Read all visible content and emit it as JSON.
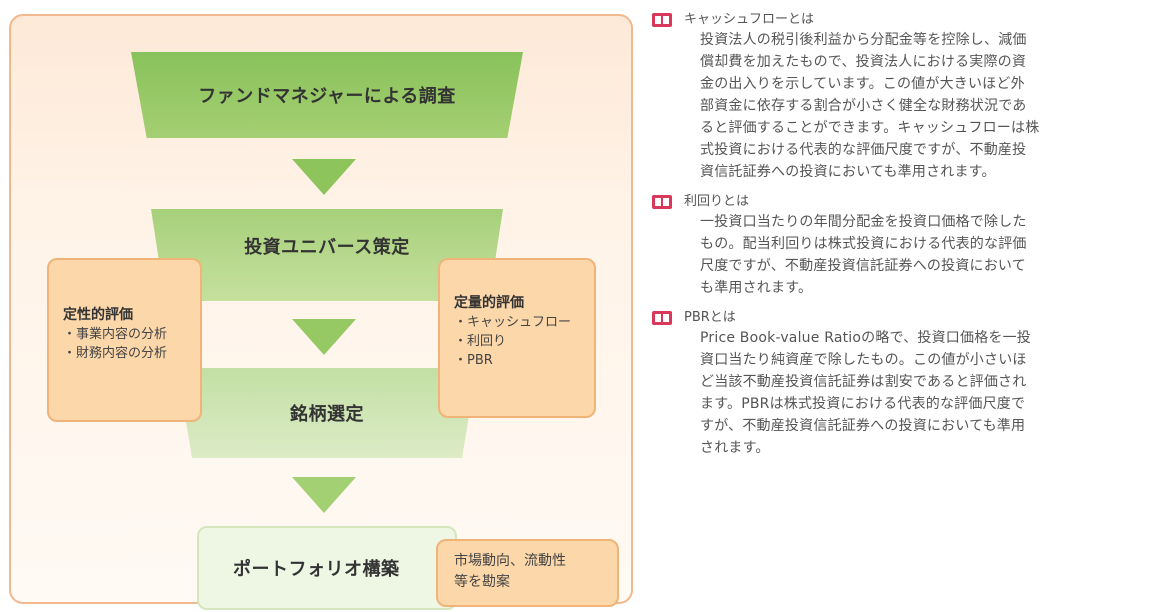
{
  "flow": {
    "step1": "ファンドマネジャーによる調査",
    "step2": "投資ユニバース策定",
    "step3": "銘柄選定",
    "step4": "ポートフォリオ構築"
  },
  "qualitative": {
    "title": "定性的評価",
    "items": [
      "・事業内容の分析",
      "・財務内容の分析"
    ]
  },
  "quantitative": {
    "title": "定量的評価",
    "items": [
      "・キャッシュフロー",
      "・利回り",
      "・PBR"
    ]
  },
  "market_note": {
    "lines": [
      "市場動向、流動性",
      "等を勘案"
    ]
  },
  "definitions": [
    {
      "icon": "book-icon",
      "title": "キャッシュフローとは",
      "body": [
        "投資法人の税引後利益から分配金等を控除し、減価",
        "償却費を加えたもので、投資法人における実際の資",
        "金の出入りを示しています。この値が大きいほど外",
        "部資金に依存する割合が小さく健全な財務状況であ",
        "ると評価することができます。キャッシュフローは株",
        "式投資における代表的な評価尺度ですが、不動産投",
        "資信託証券への投資においても準用されます。"
      ]
    },
    {
      "icon": "book-icon",
      "title": "利回りとは",
      "body": [
        "一投資口当たりの年間分配金を投資口価格で除した",
        "もの。配当利回りは株式投資における代表的な評価",
        "尺度ですが、不動産投資信託証券への投資において",
        "も準用されます。"
      ]
    },
    {
      "icon": "book-icon",
      "title": "PBRとは",
      "body": [
        "Price Book-value Ratioの略で、投資口価格を一投",
        "資口当たり純資産で除したもの。この値が小さいほ",
        "ど当該不動産投資信託証券は割安であると評価され",
        "ます。PBRは株式投資における代表的な評価尺度で",
        "すが、不動産投資信託証券への投資においても準用",
        "されます。"
      ]
    }
  ],
  "colors": {
    "green_dark": "#88c25b",
    "green_light": "#dcecc6",
    "orange_box": "#fbd7aa",
    "orange_border": "#f1b478",
    "icon_red": "#d9385a"
  }
}
